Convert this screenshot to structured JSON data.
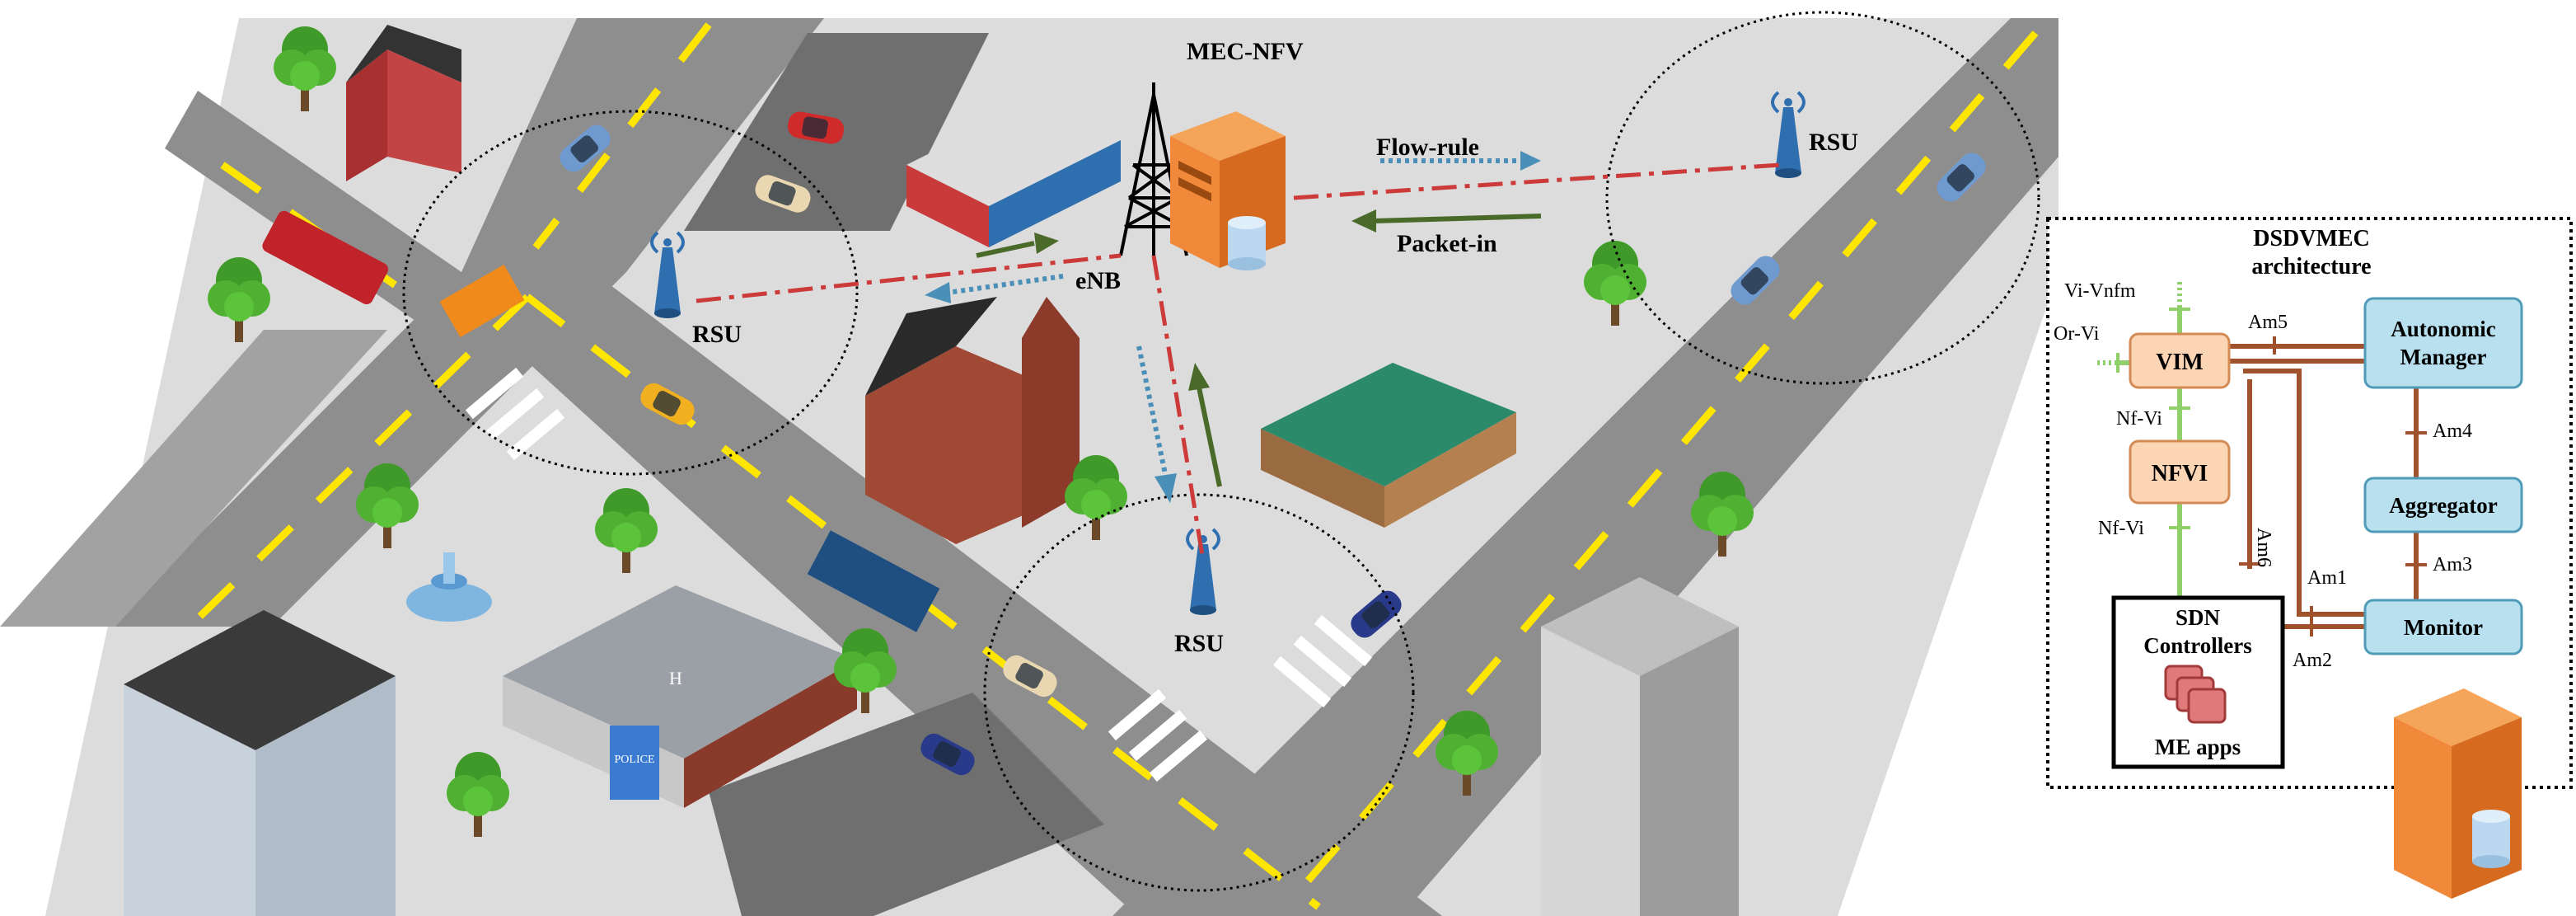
{
  "labels": {
    "mec_nfv": "MEC-NFV",
    "enb": "eNB",
    "flow_rule": "Flow-rule",
    "packet_in": "Packet-in",
    "rsu_top_right": "RSU",
    "rsu_left": "RSU",
    "rsu_bottom": "RSU",
    "police": "POLICE",
    "helipad": "H"
  },
  "architecture": {
    "title_line1": "DSDVMEC",
    "title_line2": "architecture",
    "vim": "VIM",
    "nfvi": "NFVI",
    "sdn_line1": "SDN",
    "sdn_line2": "Controllers",
    "me_apps": "ME apps",
    "autonomic_line1": "Autonomic",
    "autonomic_line2": "Manager",
    "aggregator": "Aggregator",
    "monitor": "Monitor",
    "ref_vi_vnfm": "Vi-Vnfm",
    "ref_or_vi": "Or-Vi",
    "ref_nf_vi_1": "Nf-Vi",
    "ref_nf_vi_2": "Nf-Vi",
    "ref_am1": "Am1",
    "ref_am2": "Am2",
    "ref_am3": "Am3",
    "ref_am4": "Am4",
    "ref_am5": "Am5",
    "ref_am6": "Am6"
  },
  "colors": {
    "road": "#8e8e8e",
    "ground": "#dcdcdc",
    "lane_mark": "#ffe600",
    "crosswalk": "#ffffff",
    "dash_red": "#cc3a3a",
    "dash_blue": "#4a8fb8",
    "arrow_green": "#4a6a2a",
    "vim_fill": "#fcd5b5",
    "vim_border": "#d48a55",
    "box_blue_fill": "#b8e0ee",
    "box_blue_border": "#4f9bb8",
    "link_brown": "#a0522d",
    "link_green": "#8fd06a",
    "server_orange": "#f08a3a"
  }
}
